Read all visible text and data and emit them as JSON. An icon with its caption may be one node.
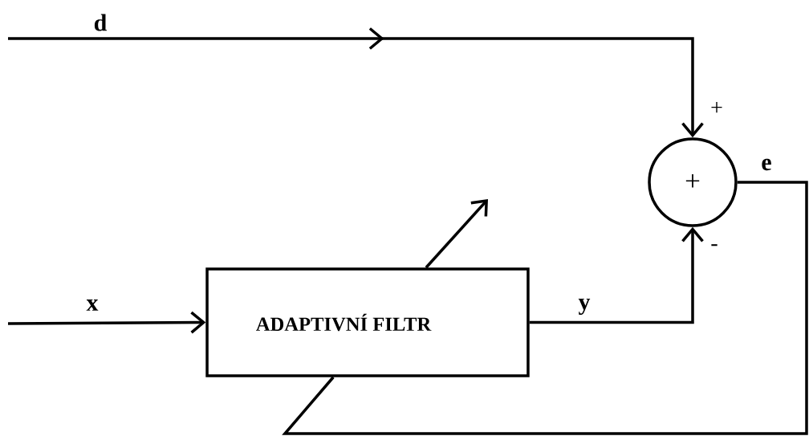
{
  "diagram": {
    "nodes": [
      {
        "text": [
          "ADAPTIVNÍ FILTR"
        ]
      },
      {
        "text": [
          "+"
        ]
      }
    ],
    "edges": [
      {
        "from": null,
        "to": 1,
        "arrow": "to",
        "label": "d"
      },
      {
        "from": null,
        "to": 0,
        "arrow": "to",
        "label": "x"
      },
      {
        "from": 0,
        "to": 1,
        "arrow": "to",
        "label": "y"
      },
      {
        "from": 1,
        "to": 0,
        "arrow": "none",
        "label": "e"
      }
    ],
    "labels": [
      "+",
      "-"
    ]
  }
}
